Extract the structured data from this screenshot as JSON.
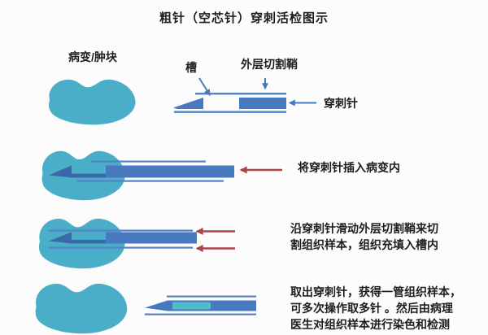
{
  "title": "粗针（空芯针）穿刺活检图示",
  "labels": {
    "lesion": "病变/肿块",
    "groove": "槽",
    "outer_sheath": "外层切割鞘",
    "needle": "穿刺针"
  },
  "steps": [
    {
      "text": "将穿刺针插入病变内"
    },
    {
      "text": "沿穿刺针滑动外层切割鞘来切\n割组织样本，组织充填入槽内"
    },
    {
      "text": "取出穿刺针，获得一管组织样本，\n可多次操作取多针 。然后由病理\n医生对组织样本进行染色和检测"
    }
  ],
  "icons": {
    "groove_pointer": "arrow-down-right",
    "sheath_pointer": "arrow-down",
    "needle_pointer": "arrow-left",
    "insert_direction": "arrow-left",
    "sheath_slide_direction": "arrow-left"
  },
  "colors": {
    "bg": "#FCFCFC",
    "lesion": "#4AAEC9",
    "needle": "#4878BE",
    "needle-dark": "#3A69A8",
    "sheath-line": "#5584C4",
    "arrow-red": "#A9444A",
    "sample": "#53BCC7",
    "text": "#1E1E1E"
  }
}
